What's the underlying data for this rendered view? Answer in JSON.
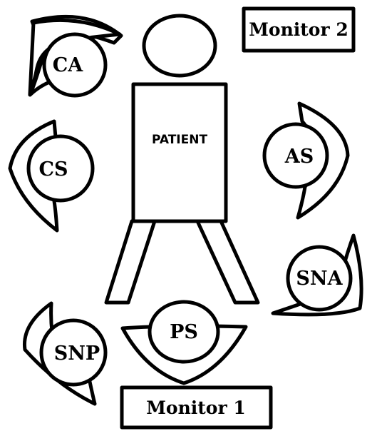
{
  "patient": {
    "label": "PATIENT"
  },
  "monitors": [
    {
      "id": "monitor2",
      "label": "Monitor 2"
    },
    {
      "id": "monitor1",
      "label": "Monitor 1"
    }
  ],
  "positions": [
    {
      "id": "ca",
      "label": "CA"
    },
    {
      "id": "cs",
      "label": "CS"
    },
    {
      "id": "as",
      "label": "AS"
    },
    {
      "id": "sna",
      "label": "SNA"
    },
    {
      "id": "ps",
      "label": "PS"
    },
    {
      "id": "snp",
      "label": "SNP"
    }
  ]
}
